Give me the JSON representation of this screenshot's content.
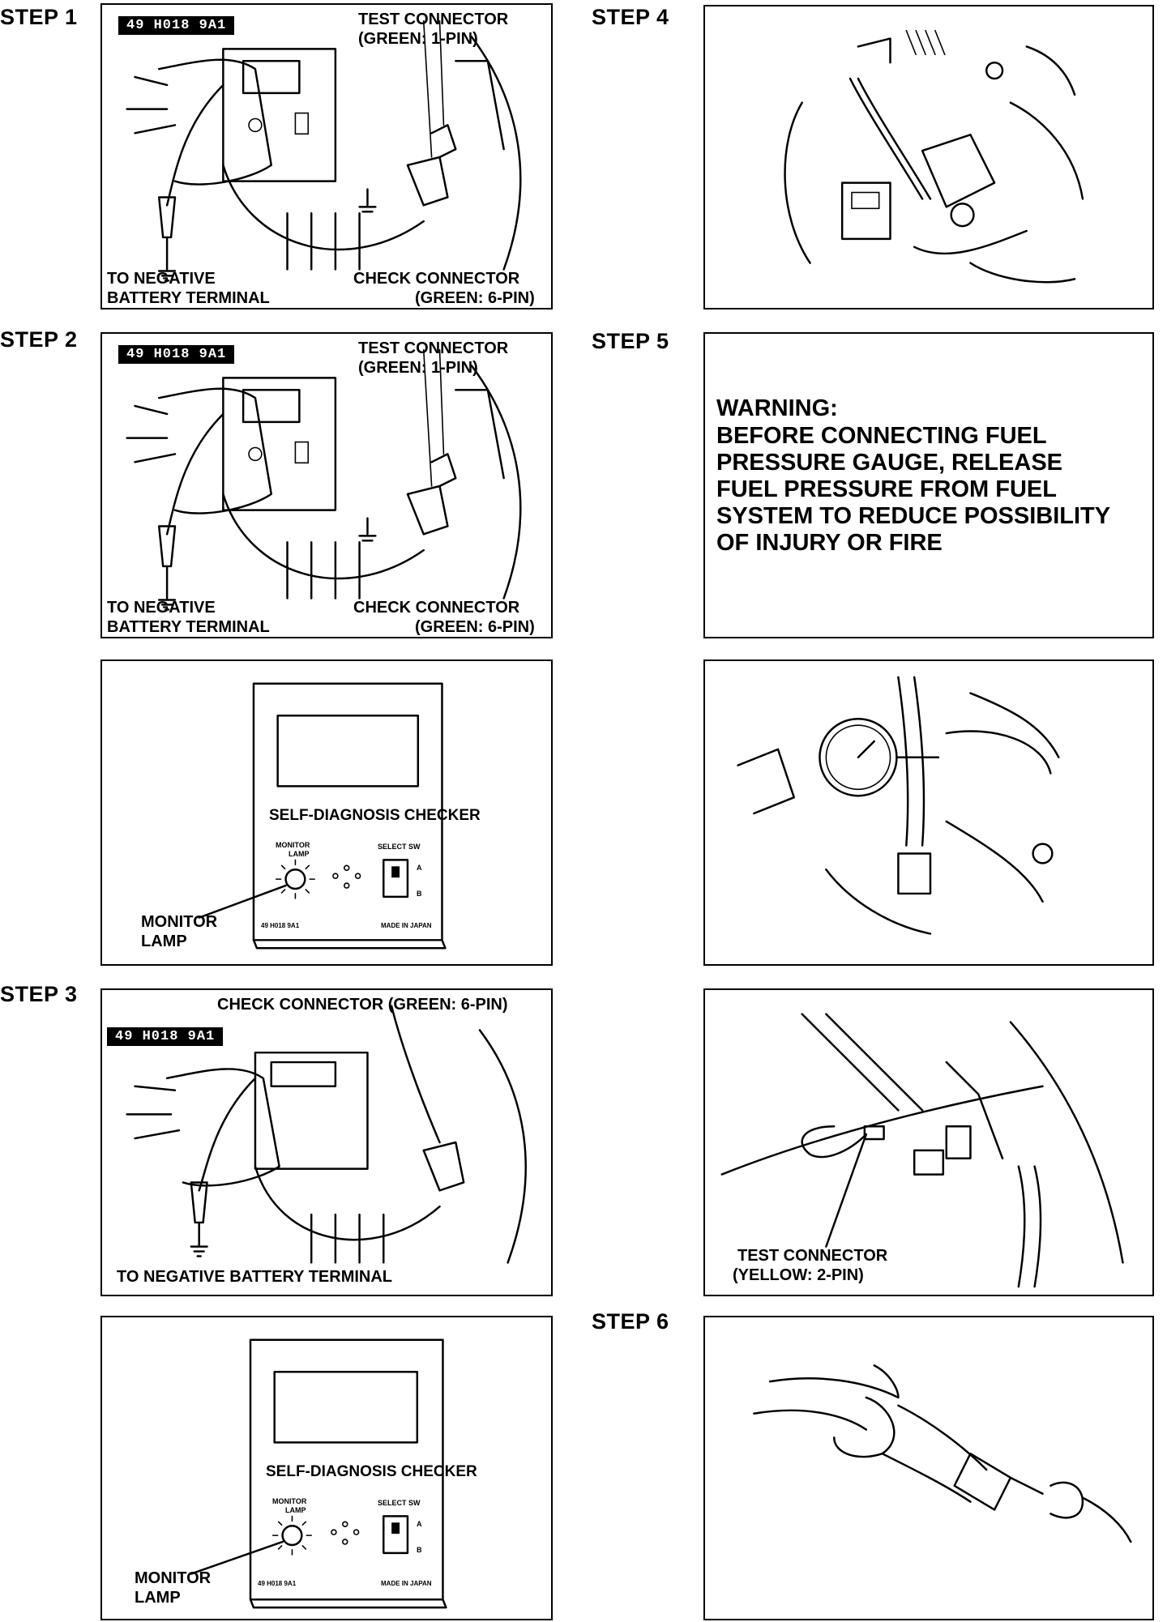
{
  "steps": {
    "step1": "STEP 1",
    "step2": "STEP 2",
    "step3": "STEP 3",
    "step4": "STEP 4",
    "step5": "STEP 5",
    "step6": "STEP 6"
  },
  "tool_number": "49 H018 9A1",
  "labels": {
    "test_connector": "TEST CONNECTOR",
    "green_1pin": "(GREEN: 1-PIN)",
    "to_negative": "TO NEGATIVE",
    "battery_terminal": "BATTERY TERMINAL",
    "check_connector": "CHECK CONNECTOR",
    "green_6pin": "(GREEN: 6-PIN)",
    "check_connector_full": "CHECK CONNECTOR (GREEN: 6-PIN)",
    "to_negative_full": "TO NEGATIVE BATTERY TERMINAL",
    "monitor": "MONITOR",
    "lamp": "LAMP",
    "yellow_2pin": "(YELLOW: 2-PIN)"
  },
  "checker": {
    "title": "SELF-DIAGNOSIS CHECKER",
    "monitor_text": "MONITOR",
    "lamp_text": "LAMP",
    "select_sw": "SELECT SW",
    "switch_a": "A",
    "switch_b": "B",
    "model": "49 H018 9A1",
    "made_in": "MADE IN JAPAN"
  },
  "warning": {
    "heading": "WARNING:",
    "body": "BEFORE CONNECTING FUEL\nPRESSURE GAUGE, RELEASE\nFUEL PRESSURE FROM FUEL\nSYSTEM TO REDUCE POSSIBILITY\nOF INJURY OR FIRE"
  }
}
